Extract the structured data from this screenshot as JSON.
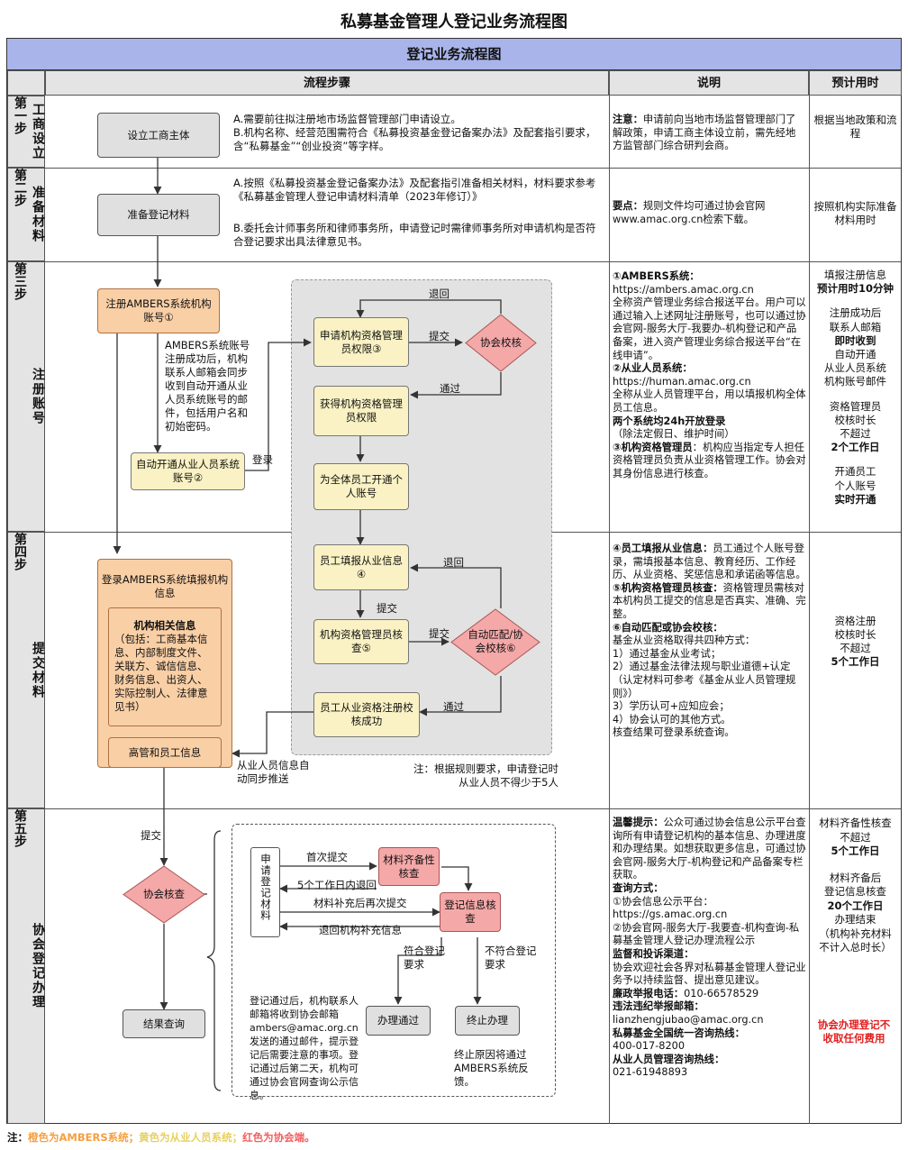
{
  "title": "私募基金管理人登记业务流程图",
  "banner": "登记业务流程图",
  "headers": {
    "steps": "流程步骤",
    "desc": "说明",
    "time": "预计用时"
  },
  "stage1": {
    "num": "第一步",
    "name": "工商设立",
    "box": "设立工商主体",
    "textA": "A.需要前往拟注册地市场监督管理部门申请设立。",
    "textB": "B.机构名称、经营范围需符合《私募投资基金登记备案办法》及配套指引要求，含“私募基金”“创业投资”等字样。",
    "desc_bold": "注意：",
    "desc": "申请前向当地市场监督管理部门了解政策，申请工商主体设立前，需先经地方监管部门综合研判会商。",
    "time": "根据当地政策和流程"
  },
  "stage2": {
    "num": "第二步",
    "name": "准备材料",
    "box": "准备登记材料",
    "textA": "A.按照《私募投资基金登记备案办法》及配套指引准备相关材料，材料要求参考《私募基金管理人登记申请材料清单（2023年修订）》",
    "textB": "B.委托会计师事务所和律师事务所，申请登记时需律师事务所对申请机构是否符合登记要求出具法律意见书。",
    "desc_bold": "要点：",
    "desc": "规则文件均可通过协会官网www.amac.org.cn检索下载。",
    "time": "按照机构实际准备材料用时"
  },
  "stage3": {
    "num": "第三步",
    "name": "注册账号",
    "box_amber": "注册AMBERS系统机构账号①",
    "note_amber": "AMBERS系统账号注册成功后，机构联系人邮箱会同步收到自动开通从业人员系统账号的邮件，包括用户名和初始密码。",
    "box_auto": "自动开通从业人员系统账号②",
    "login": "登录",
    "box_apply": "申请机构资格管理员权限③",
    "submit": "提交",
    "diamond": "协会校核",
    "return": "退回",
    "pass": "通过",
    "box_get": "获得机构资格管理员权限",
    "box_open": "为全体员工开通个人账号",
    "desc": [
      {
        "b": "①AMBERS系统：",
        "t": ""
      },
      {
        "b": "",
        "t": "https://ambers.amac.org.cn"
      },
      {
        "b": "",
        "t": "全称资产管理业务综合报送平台。用户可以通过输入上述网址注册账号，也可以通过协会官网-服务大厅-我要办-机构登记和产品备案，进入资产管理业务综合报送平台“在线申请”。"
      },
      {
        "b": "②从业人员系统：",
        "t": ""
      },
      {
        "b": "",
        "t": "https://human.amac.org.cn"
      },
      {
        "b": "",
        "t": "全称从业人员管理平台，用以填报机构全体员工信息。"
      },
      {
        "b": "两个系统均24h开放登录",
        "t": ""
      },
      {
        "b": "",
        "t": "（除法定假日、维护时间）"
      },
      {
        "b": "③机构资格管理员",
        "t": "：机构应当指定专人担任资格管理员负责从业资格管理工作。协会对其身份信息进行核查。"
      }
    ],
    "time": [
      {
        "t": "填报注册信息",
        "b": false
      },
      {
        "t": "预计用时10分钟",
        "b": true
      },
      {
        "t": "",
        "b": false
      },
      {
        "t": "注册成功后",
        "b": false
      },
      {
        "t": "联系人邮箱",
        "b": false
      },
      {
        "t": "即时收到",
        "b": true
      },
      {
        "t": "自动开通",
        "b": false
      },
      {
        "t": "从业人员系统",
        "b": false
      },
      {
        "t": "机构账号邮件",
        "b": false
      },
      {
        "t": "",
        "b": false
      },
      {
        "t": "资格管理员",
        "b": false
      },
      {
        "t": "校核时长",
        "b": false
      },
      {
        "t": "不超过",
        "b": false
      },
      {
        "t": "2个工作日",
        "b": true
      },
      {
        "t": "",
        "b": false
      },
      {
        "t": "开通员工",
        "b": false
      },
      {
        "t": "个人账号",
        "b": false
      },
      {
        "t": "实时开通",
        "b": true
      }
    ]
  },
  "stage4": {
    "num": "第四步",
    "name": "提交材料",
    "login_box": "登录AMBERS系统填报机构信息",
    "info_title": "机构相关信息",
    "info_text": "（包括：工商基本信息、内部制度文件、关联方、诚信信息、财务信息、出资人、实际控制人、法律意见书）",
    "senior": "高管和员工信息",
    "sync": "从业人员信息自动同步推送",
    "box_fill": "员工填报从业信息④",
    "submit1": "提交",
    "box_check": "机构资格管理员核查⑤",
    "submit2": "提交",
    "diamond": "自动匹配/协会校核⑥",
    "return": "退回",
    "pass": "通过",
    "box_ok": "员工从业资格注册校核成功",
    "note": "注：根据规则要求，申请登记时从业人员不得少于5人",
    "desc": [
      {
        "b": "④员工填报从业信息：",
        "t": "员工通过个人账号登录，需填报基本信息、教育经历、工作经历、从业资格、奖惩信息和承诺函等信息。"
      },
      {
        "b": "⑤机构资格管理员核查：",
        "t": "资格管理员需核对本机构员工提交的信息是否真实、准确、完整。"
      },
      {
        "b": "⑥自动匹配或协会校核：",
        "t": ""
      },
      {
        "b": "",
        "t": "基金从业资格取得共四种方式："
      },
      {
        "b": "",
        "t": "1）通过基金从业考试；"
      },
      {
        "b": "",
        "t": "2）通过基金法律法规与职业道德+认定（认定材料可参考《基金从业人员管理规则》）"
      },
      {
        "b": "",
        "t": "3）学历认可+应知应会；"
      },
      {
        "b": "",
        "t": "4）协会认可的其他方式。"
      },
      {
        "b": "",
        "t": "核查结果可登录系统查询。"
      }
    ],
    "time": [
      {
        "t": "资格注册",
        "b": false
      },
      {
        "t": "校核时长",
        "b": false
      },
      {
        "t": "不超过",
        "b": false
      },
      {
        "t": "5个工作日",
        "b": true
      }
    ]
  },
  "stage5": {
    "num": "第五步",
    "name": "协会登记办理",
    "submit": "提交",
    "diamond": "协会核查",
    "result": "结果查询",
    "apply": "申请登记材料",
    "first": "首次提交",
    "return5": "5个工作日内退回",
    "box_complete": "材料齐备性核查",
    "resubmit": "材料补充后再次提交",
    "return_inst": "退回机构补充信息",
    "box_info": "登记信息核查",
    "ok_req": "符合登记要求",
    "no_req": "不符合登记要求",
    "done": "办理通过",
    "stop": "终止办理",
    "note_pass": "登记通过后，机构联系人邮箱将收到协会邮箱ambers@amac.org.cn发送的通过邮件，提示登记后需要注意的事项。登记通过后第二天，机构可通过协会官网查询公示信息。",
    "note_stop": "终止原因将通过AMBERS系统反馈。",
    "desc": [
      {
        "b": "温馨提示：",
        "t": "公众可通过协会信息公示平台查询所有申请登记机构的基本信息、办理进度和办理结果。如想获取更多信息，可通过协会官网-服务大厅-机构登记和产品备案专栏获取。"
      },
      {
        "b": "查询方式：",
        "t": ""
      },
      {
        "b": "",
        "t": "①协会信息公示平台：https://gs.amac.org.cn"
      },
      {
        "b": "",
        "t": "②协会官网-服务大厅-我要查-机构查询-私募基金管理人登记办理流程公示"
      },
      {
        "b": "监督和投诉渠道：",
        "t": ""
      },
      {
        "b": "",
        "t": "协会欢迎社会各界对私募基金管理人登记业务予以持续监督、提出意见建议。"
      },
      {
        "b": "廉政举报电话：",
        "t": "010-66578529"
      },
      {
        "b": "违法违纪举报邮箱：",
        "t": ""
      },
      {
        "b": "",
        "t": "lianzhengjubao@amac.org.cn"
      },
      {
        "b": "私募基金全国统一咨询热线：",
        "t": ""
      },
      {
        "b": "",
        "t": "400-017-8200"
      },
      {
        "b": "从业人员管理咨询热线：",
        "t": ""
      },
      {
        "b": "",
        "t": "021-61948893"
      }
    ],
    "time": [
      {
        "t": "材料齐备性核查",
        "b": false
      },
      {
        "t": "不超过",
        "b": false
      },
      {
        "t": "5个工作日",
        "b": true
      },
      {
        "t": "",
        "b": false
      },
      {
        "t": "材料齐备后",
        "b": false
      },
      {
        "t": "登记信息核查",
        "b": false
      },
      {
        "t": "20个工作日",
        "b": true
      },
      {
        "t": "办理结束",
        "b": false
      },
      {
        "t": "（机构补充材料",
        "b": false
      },
      {
        "t": "不计入总时长）",
        "b": false
      }
    ],
    "fee": "协会办理登记不收取任何费用"
  },
  "footer": {
    "label": "注：",
    "orange": "橙色为AMBERS系统；",
    "yellow": "黄色为从业人员系统；",
    "red": "红色为协会端。"
  },
  "colors": {
    "orange": "#f9cfa6",
    "yellow": "#faf2c4",
    "red": "#f4a8a8",
    "banner": "#a9b4ea"
  }
}
